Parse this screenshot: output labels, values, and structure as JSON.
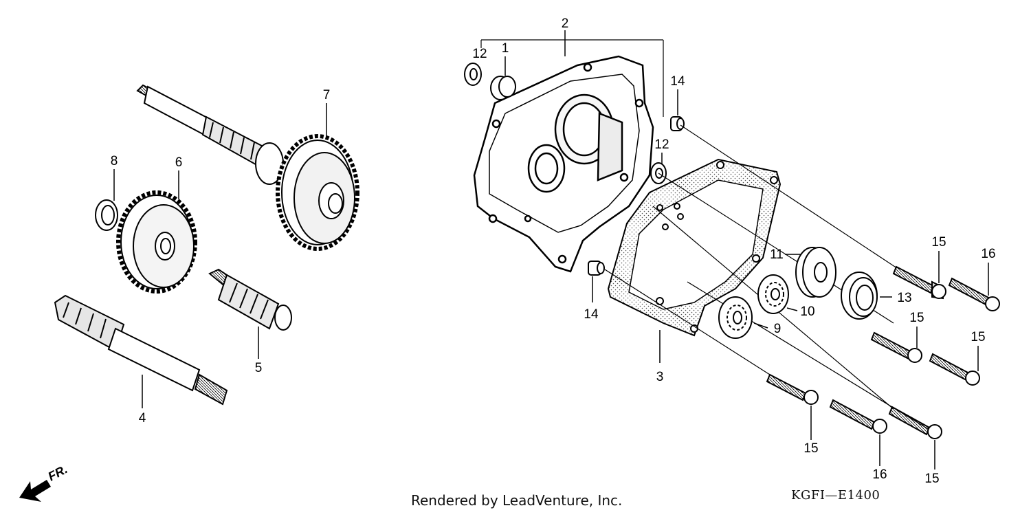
{
  "callouts": [
    {
      "id": "c1",
      "text": "1"
    },
    {
      "id": "c2",
      "text": "2"
    },
    {
      "id": "c3",
      "text": "3"
    },
    {
      "id": "c4",
      "text": "4"
    },
    {
      "id": "c5",
      "text": "5"
    },
    {
      "id": "c6",
      "text": "6"
    },
    {
      "id": "c7",
      "text": "7"
    },
    {
      "id": "c8",
      "text": "8"
    },
    {
      "id": "c9",
      "text": "9"
    },
    {
      "id": "c10",
      "text": "10"
    },
    {
      "id": "c11",
      "text": "11"
    },
    {
      "id": "c12a",
      "text": "12"
    },
    {
      "id": "c12b",
      "text": "12"
    },
    {
      "id": "c13",
      "text": "13"
    },
    {
      "id": "c14a",
      "text": "14"
    },
    {
      "id": "c14b",
      "text": "14"
    },
    {
      "id": "c15a",
      "text": "15"
    },
    {
      "id": "c15b",
      "text": "15"
    },
    {
      "id": "c15c",
      "text": "15"
    },
    {
      "id": "c15d",
      "text": "15"
    },
    {
      "id": "c15e",
      "text": "15"
    },
    {
      "id": "c16a",
      "text": "16"
    },
    {
      "id": "c16b",
      "text": "16"
    }
  ],
  "direction_label": "FR.",
  "footer": {
    "credit": "Rendered by LeadVenture, Inc.",
    "diagram_code": "KGFI—E1400"
  }
}
